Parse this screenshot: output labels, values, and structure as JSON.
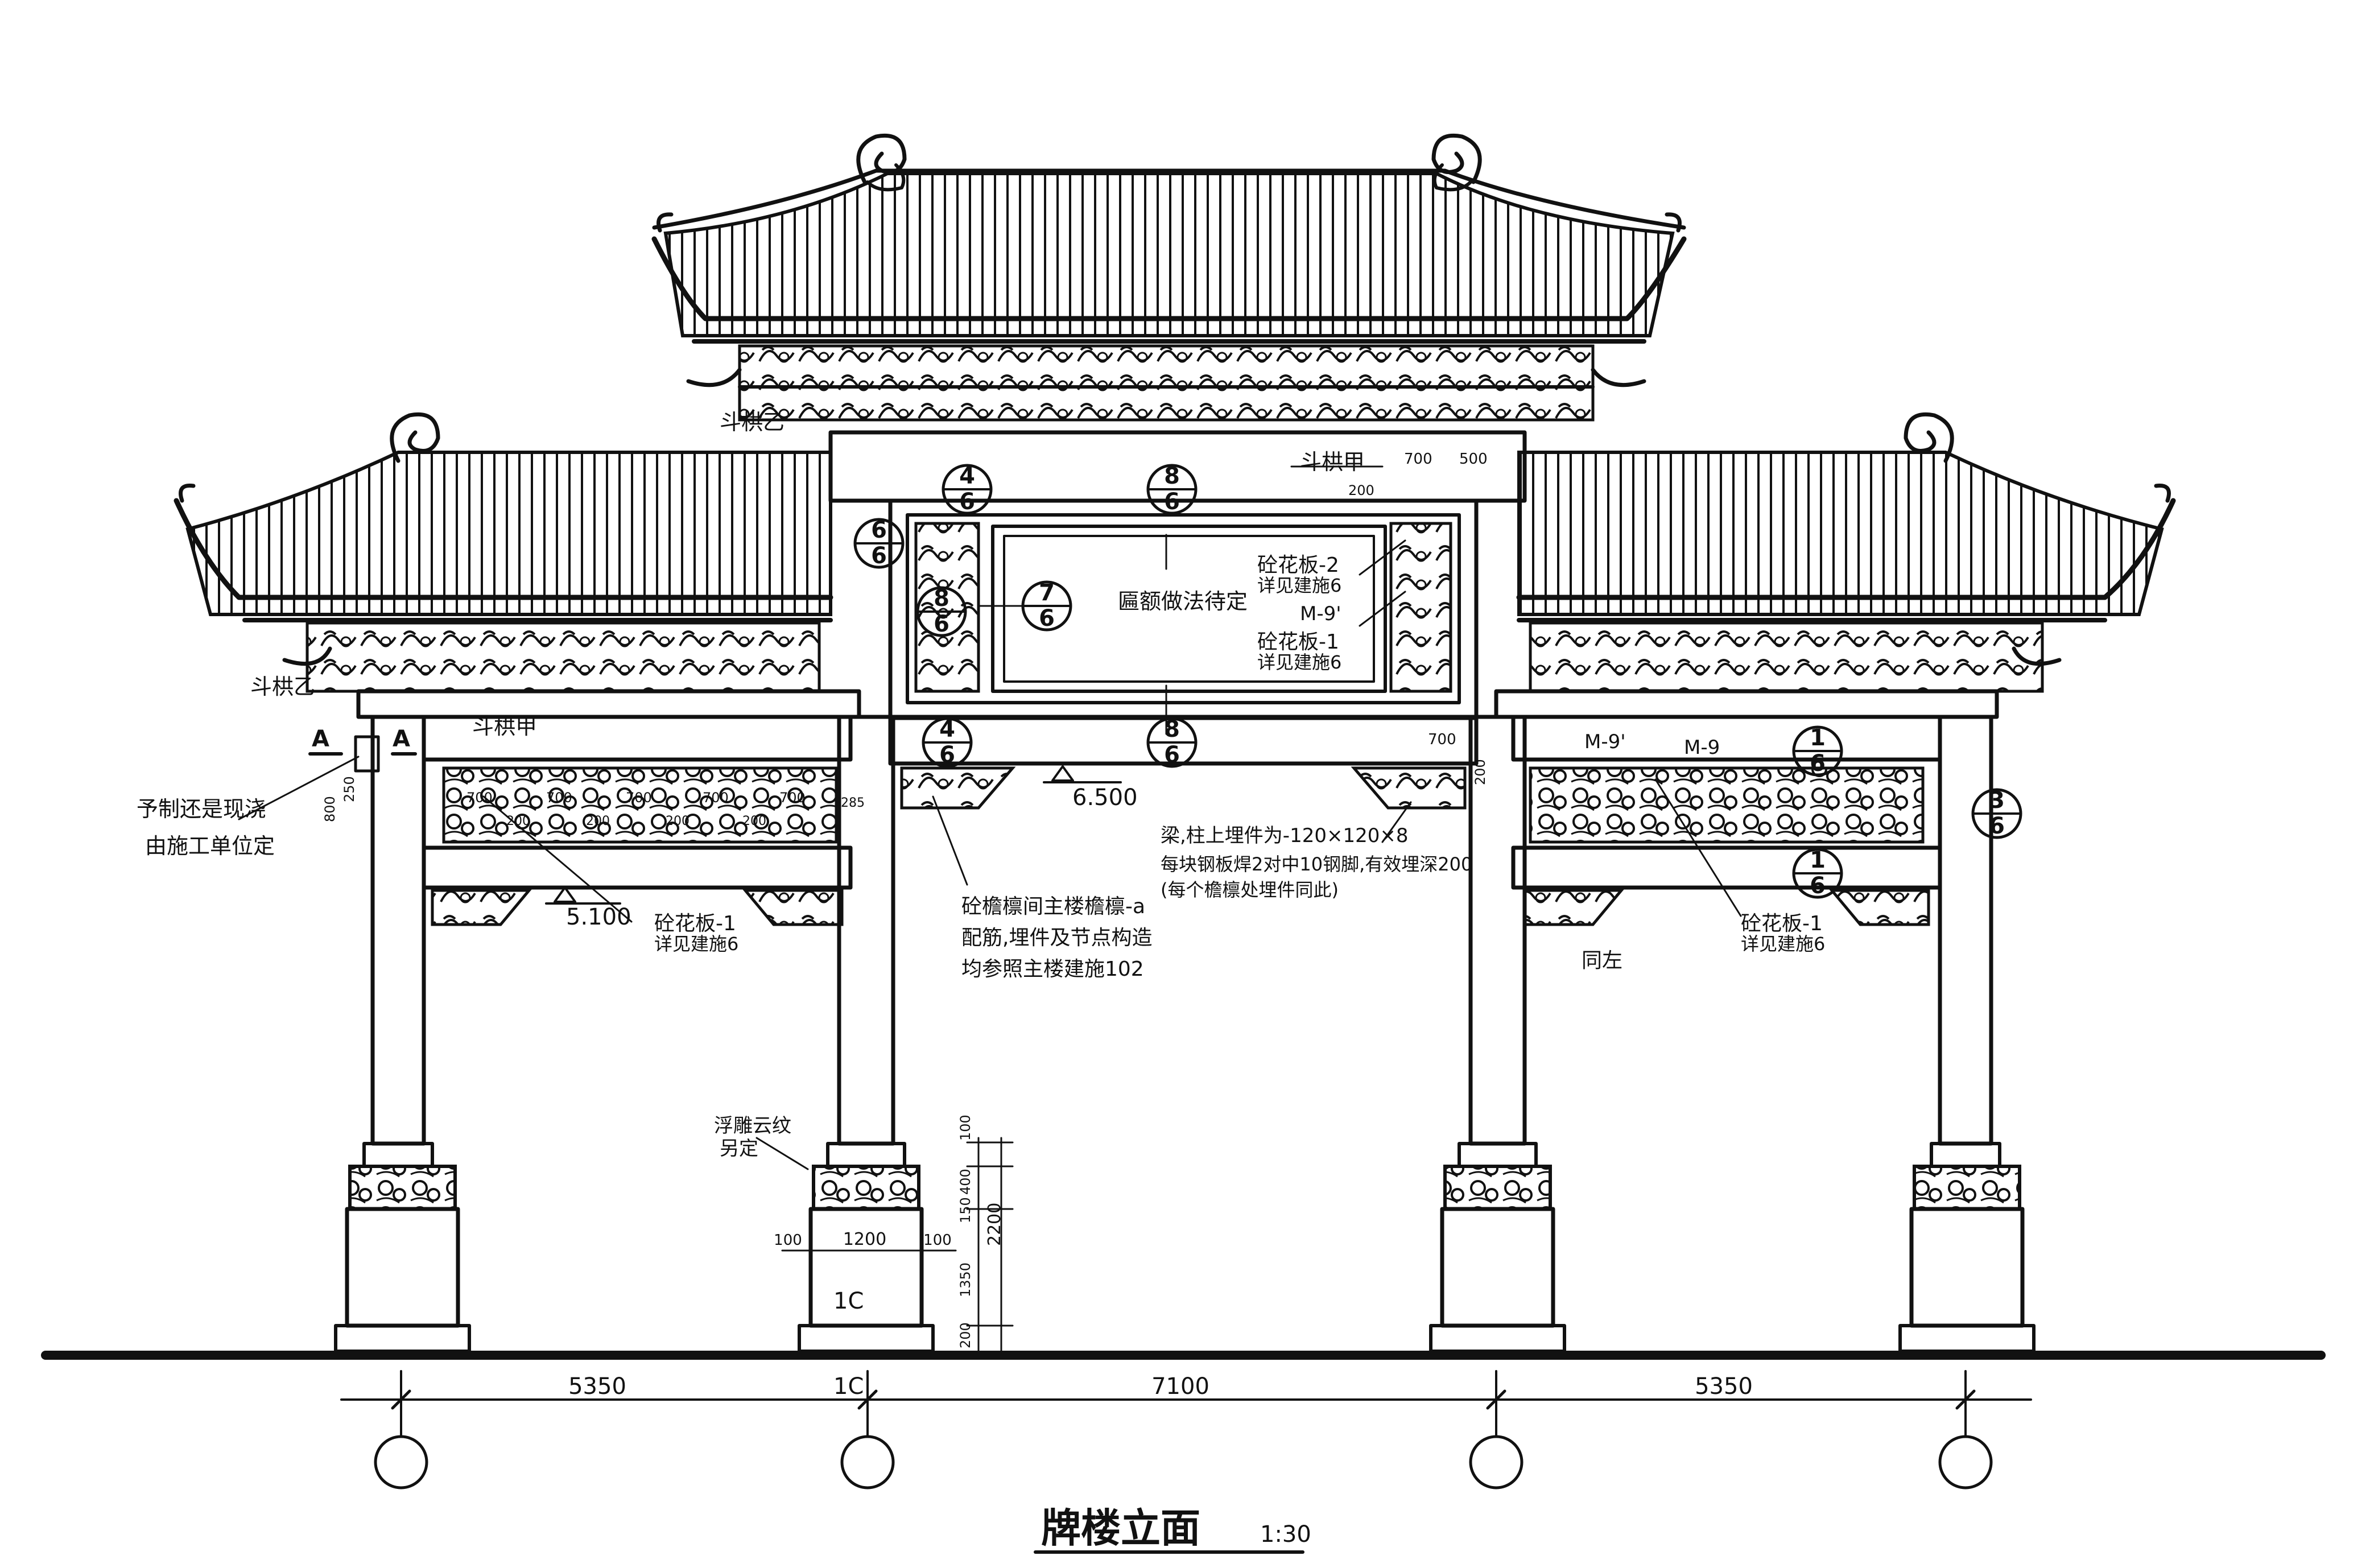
{
  "drawing": {
    "title": "牌楼立面",
    "scale": "1:30"
  },
  "labels": {
    "dougong_yi_top": "斗栱乙",
    "dougong_jia_top": "斗栱甲",
    "dougong_yi_left": "斗栱乙",
    "dougong_jia_left": "斗栱甲",
    "plaque_note": "匾额做法待定",
    "carved_panel_2": "砼花板-2",
    "carved_panel_2_ref": "详见建施6",
    "m9_upper": "M-9'",
    "carved_panel_1_center": "砼花板-1",
    "carved_panel_1_center_ref": "详见建施6",
    "precast_note_1": "予制还是现浇",
    "precast_note_2": "由施工单位定",
    "carved_panel_1_left": "砼花板-1",
    "carved_panel_1_left_ref": "详见建施6",
    "eave_note_1": "砼檐檩间主楼檐檩-a",
    "eave_note_2": "配筋,埋件及节点构造",
    "eave_note_3": "均参照主楼建施102",
    "beam_note_1": "梁,柱上埋件为-120×120×8",
    "beam_note_2": "每块钢板焊2对中10钢脚,有效埋深200",
    "beam_note_3": "(每个檐檩处埋件同此)",
    "m9_right_a": "M-9'",
    "m9_right_b": "M-9",
    "carved_panel_1_right": "砼花板-1",
    "carved_panel_1_right_ref": "详见建施6",
    "same_left": "同左",
    "relief_note_1": "浮雕云纹",
    "relief_note_2": "另定",
    "section_mark": "A",
    "column_mark_upper": "1C",
    "column_mark_lower": "1C"
  },
  "detail_callouts": [
    {
      "id": "c1",
      "num": "4",
      "den": "6"
    },
    {
      "id": "c2",
      "num": "8",
      "den": "6"
    },
    {
      "id": "c3",
      "num": "6",
      "den": "6"
    },
    {
      "id": "c4",
      "num": "7",
      "den": "6"
    },
    {
      "id": "c5",
      "num": "8",
      "den": "6"
    },
    {
      "id": "c6",
      "num": "4",
      "den": "6"
    },
    {
      "id": "c7",
      "num": "8",
      "den": "6"
    },
    {
      "id": "c8",
      "num": "1",
      "den": "6"
    },
    {
      "id": "c9",
      "num": "3",
      "den": "6"
    },
    {
      "id": "c10",
      "num": "1",
      "den": "6"
    }
  ],
  "elevations": {
    "main_beam": "6.500",
    "side_beam": "5.100"
  },
  "dimensions": {
    "bay_left": "5350",
    "bay_center": "7100",
    "bay_right": "5350",
    "pedestal_width": "1200",
    "pedestal_side": "100",
    "pedestal_side_b": "100",
    "height_total": "2200",
    "height_a": "100",
    "height_b": "400",
    "height_c": "150",
    "height_d": "1350",
    "height_e": "200",
    "top_gap_a": "700",
    "top_gap_b": "500",
    "top_gap_c": "200",
    "right_gap": "700",
    "right_small": "200",
    "panel_w_1": "700",
    "panel_w_2": "700",
    "panel_w_3": "700",
    "panel_w_4": "700",
    "panel_w_5": "700",
    "panel_gap_1": "200",
    "panel_gap_2": "200",
    "panel_gap_3": "200",
    "panel_gap_4": "200",
    "panel_end": "285",
    "left_side_a": "250",
    "left_side_b": "800"
  }
}
